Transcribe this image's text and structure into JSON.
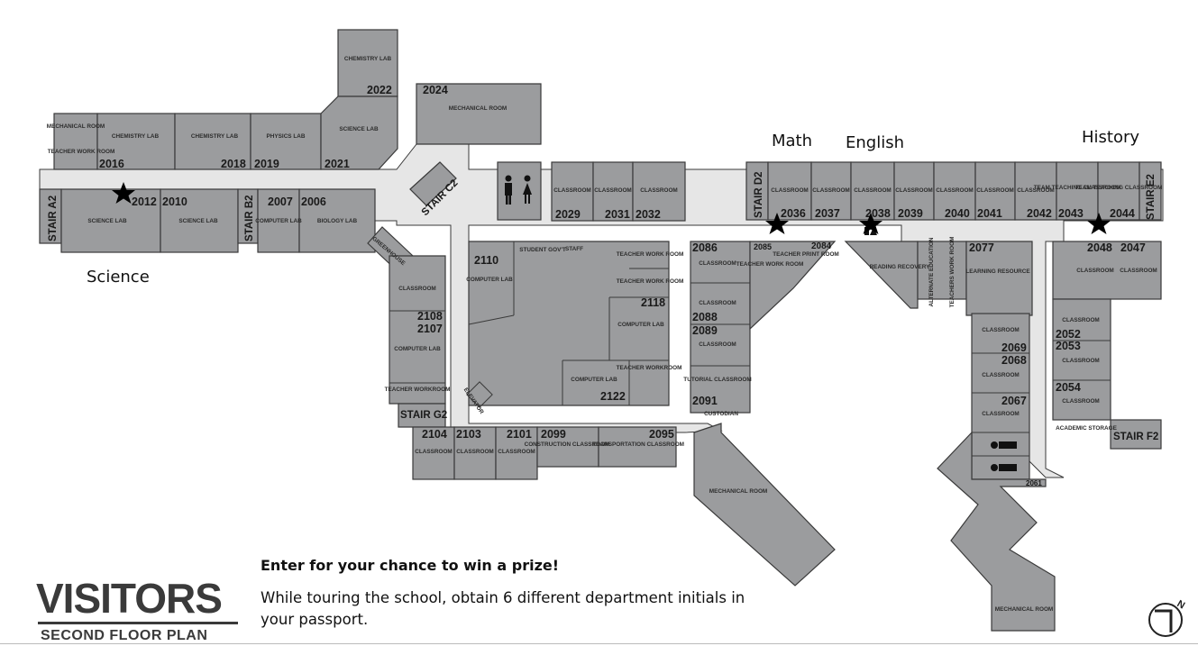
{
  "departments": {
    "math": "Math",
    "english": "English",
    "history": "History",
    "science": "Science"
  },
  "prize": {
    "title": "Enter for your chance to win a prize!",
    "body": "While touring the school, obtain 6 different department initials in your passport."
  },
  "legend": {
    "visitors": "VISITORS",
    "floor_plan": "SECOND FLOOR PLAN"
  },
  "compass": {
    "north": "N"
  },
  "stairs": [
    "STAIR A2",
    "STAIR B2",
    "STAIR C2",
    "STAIR D2",
    "STAIR E2",
    "STAIR F2",
    "STAIR G2"
  ],
  "room_numbers": [
    "2022",
    "2024",
    "2016",
    "2018",
    "2019",
    "2021",
    "2012",
    "2010",
    "2007",
    "2006",
    "2029",
    "2031",
    "2032",
    "2036",
    "2037",
    "2038",
    "2039",
    "2040",
    "2041",
    "2042",
    "2043",
    "2044",
    "2048",
    "2047",
    "2086",
    "2085",
    "2084",
    "2077",
    "2110",
    "2118",
    "2108",
    "2107",
    "2088",
    "2089",
    "2091",
    "2069",
    "2068",
    "2067",
    "2052",
    "2053",
    "2054",
    "2122",
    "2104",
    "2103",
    "2101",
    "2099",
    "2095",
    "2061"
  ],
  "room_labels": {
    "chemistry_lab": "CHEMISTRY LAB",
    "science_lab": "SCIENCE LAB",
    "physics_lab": "PHYSICS LAB",
    "mechanical_room": "MECHANICAL ROOM",
    "teacher_work_room": "TEACHER WORK ROOM",
    "computer_lab": "COMPUTER LAB",
    "biology_lab": "BIOLOGY LAB",
    "classroom": "CLASSROOM",
    "team_teaching": "TEAM TEACHING CLASSROOM",
    "student_govt": "STUDENT GOV'T",
    "staff": "STAFF",
    "teacher_print_room": "TEACHER PRINT ROOM",
    "reading_recovery": "READING RECOVERY",
    "alternate_education": "ALTERNATE EDUCATION",
    "teachers_work_room": "TEACHERS WORK ROOM",
    "learning_resource": "LEARNING RESOURCE",
    "tutorial_classroom": "TUTORIAL CLASSROOM",
    "custodian": "CUSTODIAN",
    "construction_classroom": "CONSTRUCTION CLASSROOM",
    "transportation_classroom": "TRANSPORTATION CLASSROOM",
    "elevator": "ELEVATOR",
    "academic_storage": "ACADEMIC STORAGE",
    "greenhouse": "GREENHOUSE",
    "teacher_workroom": "TEACHER WORKROOM"
  }
}
